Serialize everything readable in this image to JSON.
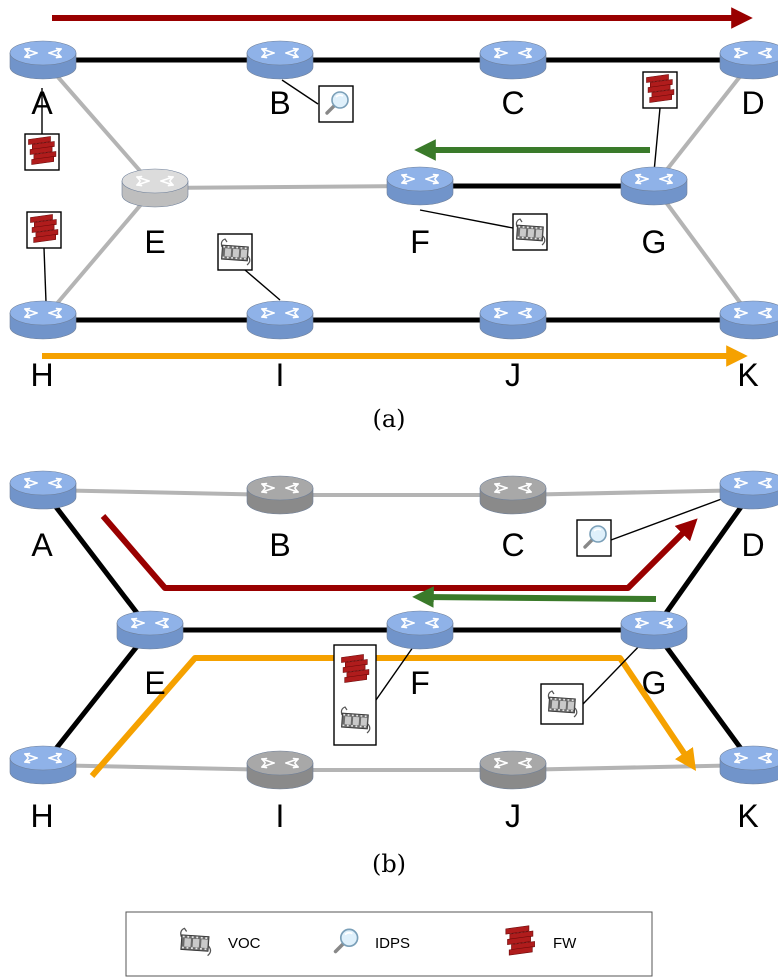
{
  "panels": [
    {
      "caption": "(a)",
      "nodes": [
        {
          "id": "A",
          "label": "A"
        },
        {
          "id": "B",
          "label": "B"
        },
        {
          "id": "C",
          "label": "C"
        },
        {
          "id": "D",
          "label": "D"
        },
        {
          "id": "E",
          "label": "E"
        },
        {
          "id": "F",
          "label": "F"
        },
        {
          "id": "G",
          "label": "G"
        },
        {
          "id": "H",
          "label": "H"
        },
        {
          "id": "I",
          "label": "I"
        },
        {
          "id": "J",
          "label": "J"
        },
        {
          "id": "K",
          "label": "K"
        }
      ],
      "inactive_routers": [
        "E"
      ],
      "functions": [
        {
          "node": "A",
          "types": [
            "FW"
          ]
        },
        {
          "node": "B",
          "types": [
            "IDPS"
          ]
        },
        {
          "node": "D",
          "types": [
            "FW"
          ]
        },
        {
          "node": "F",
          "types": [
            "VOC"
          ]
        },
        {
          "node": "H",
          "types": [
            "FW"
          ]
        },
        {
          "node": "I",
          "types": [
            "VOC"
          ]
        }
      ]
    },
    {
      "caption": "(b)",
      "nodes": [
        {
          "id": "A",
          "label": "A"
        },
        {
          "id": "B",
          "label": "B"
        },
        {
          "id": "C",
          "label": "C"
        },
        {
          "id": "D",
          "label": "D"
        },
        {
          "id": "E",
          "label": "E"
        },
        {
          "id": "F",
          "label": "F"
        },
        {
          "id": "G",
          "label": "G"
        },
        {
          "id": "H",
          "label": "H"
        },
        {
          "id": "I",
          "label": "I"
        },
        {
          "id": "J",
          "label": "J"
        },
        {
          "id": "K",
          "label": "K"
        }
      ],
      "inactive_routers": [
        "B",
        "C",
        "I",
        "J"
      ],
      "functions": [
        {
          "node": "D",
          "types": [
            "IDPS"
          ]
        },
        {
          "node": "F",
          "types": [
            "FW",
            "VOC"
          ]
        },
        {
          "node": "G",
          "types": [
            "VOC"
          ]
        }
      ]
    }
  ],
  "legend": [
    {
      "type": "VOC",
      "label": "VOC"
    },
    {
      "type": "IDPS",
      "label": "IDPS"
    },
    {
      "type": "FW",
      "label": "FW"
    }
  ],
  "colors": {
    "router_active": "#8fb2e8",
    "router_inactive_light": "#dcdcdc",
    "router_inactive_gray": "#a8a8a8",
    "link_active": "#000000",
    "link_inactive": "#b4b4b4",
    "flow_red": "#990000",
    "flow_green": "#3a7a2a",
    "flow_orange": "#f5a100",
    "firewall": "#b01c1c"
  }
}
